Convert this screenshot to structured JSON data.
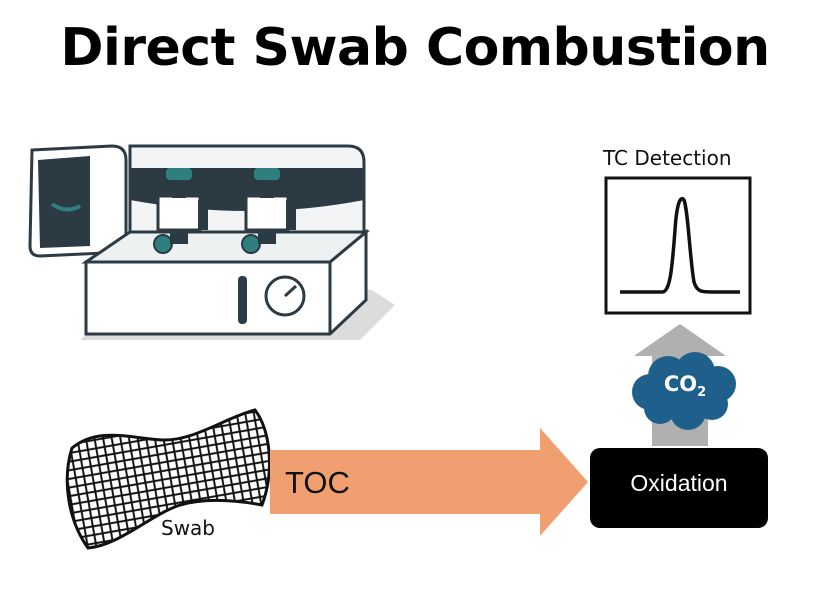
{
  "title": "Direct Swab Combustion",
  "labels": {
    "tc_detection": "TC Detection",
    "toc": "TOC",
    "oxidation": "Oxidation",
    "swab": "Swab",
    "co2_main": "CO",
    "co2_sub": "2"
  },
  "colors": {
    "arrow_orange": "#f0a070",
    "arrow_gray": "#b0b0b0",
    "cloud_blue": "#1f5f8b",
    "oxidation_box": "#000000",
    "instrument_teal": "#2f7f7f",
    "instrument_dark": "#2c3a44"
  },
  "icons": [
    "toc-analyzer-illustration",
    "swab-icon",
    "chromatogram-peak-icon",
    "co2-cloud-icon"
  ]
}
